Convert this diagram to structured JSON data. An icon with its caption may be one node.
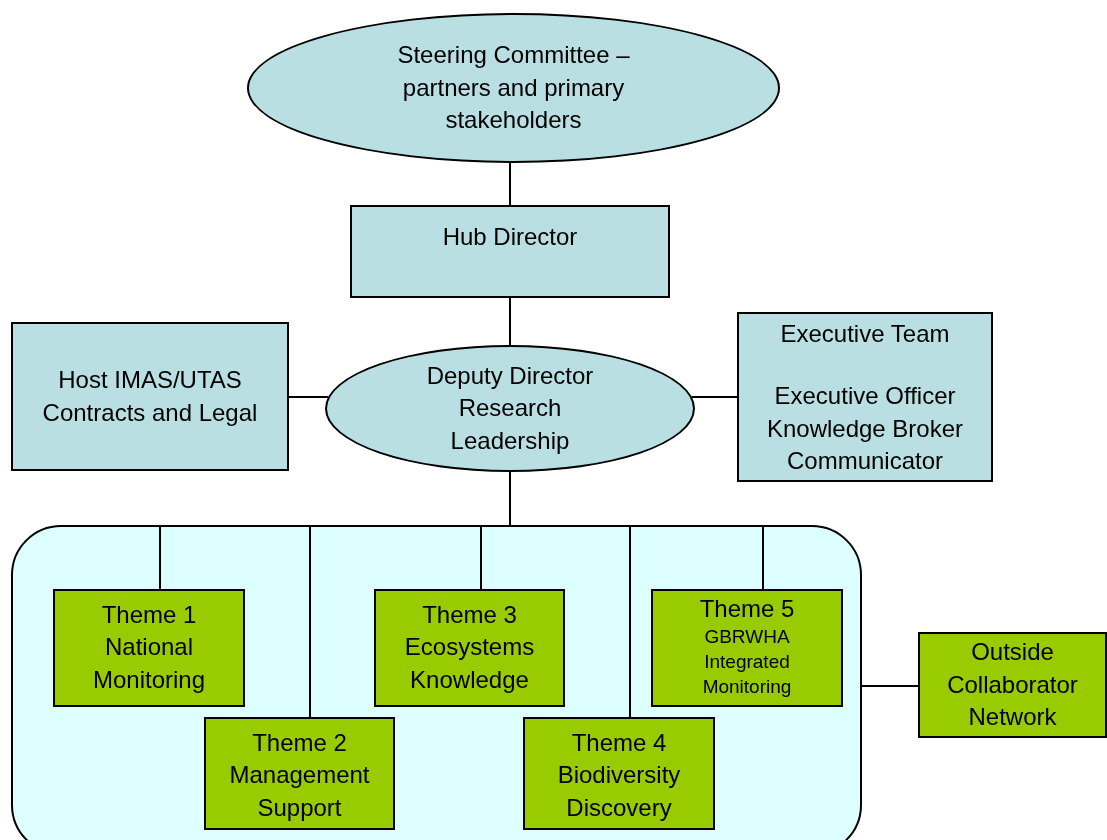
{
  "diagram": {
    "nodes": [
      {
        "text": [
          "Steering Committee – partners and primary stakeholders"
        ]
      },
      {
        "text": [
          "Hub Director"
        ]
      },
      {
        "text": [
          "Host IMAS/UTAS Contracts and Legal"
        ]
      },
      {
        "text": [
          "Deputy Director Research Leadership"
        ]
      },
      {
        "text": [
          "Executive Team",
          "Executive Officer Knowledge Broker Communicator"
        ]
      },
      {
        "text": [],
        "shape": "box"
      },
      {
        "text": [
          "Theme 1 National Monitoring"
        ],
        "in": 5
      },
      {
        "text": [
          "Theme 2 Management Support"
        ],
        "in": 5
      },
      {
        "text": [
          "Theme 3 Ecosystems Knowledge"
        ],
        "in": 5
      },
      {
        "text": [
          "Theme 4 Biodiversity Discovery"
        ],
        "in": 5
      },
      {
        "text": [
          "Theme 5",
          "GBRWHA Integrated Monitoring"
        ],
        "in": 5
      },
      {
        "text": [
          "Outside Collaborator Network"
        ]
      }
    ],
    "edges": [
      {
        "from": 0,
        "to": 1,
        "arrow": "none"
      },
      {
        "from": 1,
        "to": 3,
        "arrow": "none"
      },
      {
        "from": 2,
        "to": 3,
        "arrow": "none"
      },
      {
        "from": 3,
        "to": 4,
        "arrow": "none"
      },
      {
        "from": 3,
        "to": 5,
        "arrow": "none"
      },
      {
        "from": 5,
        "to": 6,
        "arrow": "none"
      },
      {
        "from": 5,
        "to": 7,
        "arrow": "none"
      },
      {
        "from": 5,
        "to": 8,
        "arrow": "none"
      },
      {
        "from": 5,
        "to": 9,
        "arrow": "none"
      },
      {
        "from": 5,
        "to": 10,
        "arrow": "none"
      },
      {
        "from": 5,
        "to": 11,
        "arrow": "none"
      }
    ]
  }
}
